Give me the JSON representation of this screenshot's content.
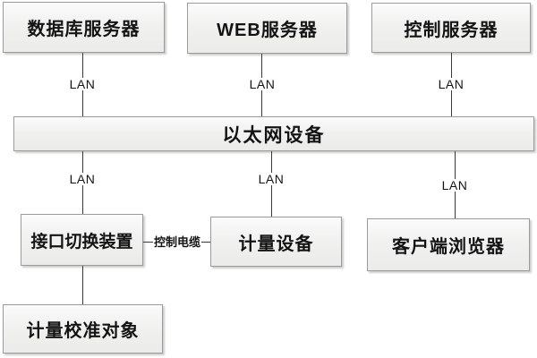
{
  "colors": {
    "background": "#ffffff",
    "box_border": "#9b9b9b",
    "box_fill": "#f1f1f0",
    "connector": "#3a3a3a",
    "text": "#141414"
  },
  "nodes": [
    {
      "id": "database-server",
      "label": "数据库服务器"
    },
    {
      "id": "web-server",
      "label": "WEB服务器"
    },
    {
      "id": "control-server",
      "label": "控制服务器"
    },
    {
      "id": "ethernet-device",
      "label": "以太网设备"
    },
    {
      "id": "interface-switch",
      "label": "接口切换装置"
    },
    {
      "id": "metering-device",
      "label": "计量设备"
    },
    {
      "id": "client-browser",
      "label": "客户端浏览器"
    },
    {
      "id": "calibration-object",
      "label": "计量校准对象"
    }
  ],
  "edges": [
    {
      "from": "database-server",
      "to": "ethernet-device",
      "label": "LAN"
    },
    {
      "from": "web-server",
      "to": "ethernet-device",
      "label": "LAN"
    },
    {
      "from": "control-server",
      "to": "ethernet-device",
      "label": "LAN"
    },
    {
      "from": "ethernet-device",
      "to": "interface-switch",
      "label": "LAN"
    },
    {
      "from": "ethernet-device",
      "to": "metering-device",
      "label": "LAN"
    },
    {
      "from": "ethernet-device",
      "to": "client-browser",
      "label": "LAN"
    },
    {
      "from": "interface-switch",
      "to": "metering-device",
      "label": "控制电缆"
    },
    {
      "from": "interface-switch",
      "to": "calibration-object",
      "label": ""
    }
  ]
}
